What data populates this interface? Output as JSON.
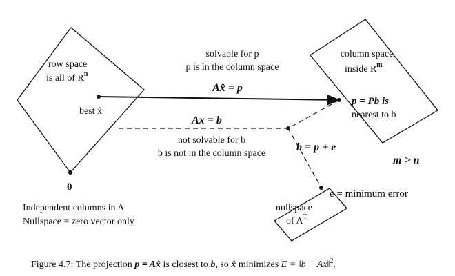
{
  "diagram": {
    "row_space": {
      "line1": "row space",
      "line2": "is all of R",
      "sup": "n",
      "best_label": "best x̂",
      "origin": "0"
    },
    "solvable": {
      "line1": "solvable for p",
      "line2": "p is in the column space"
    },
    "eq_projection": "Ax̂ = p",
    "eq_ax_b": "Ax = b",
    "not_solvable": {
      "line1": "not solvable for b",
      "line2": "b is not in the column space"
    },
    "column_space": {
      "line1": "column space",
      "line2": "inside R",
      "sup": "m"
    },
    "p_label": {
      "line1": "p = Pb is",
      "line2": "nearest to b"
    },
    "b_eq": "b = p + e",
    "m_gt_n": "m > n",
    "e_label": "e = minimum error",
    "nullspace": {
      "line1": "nullspace",
      "line2": "of A",
      "sup": "T"
    },
    "independent": {
      "line1": "Independent columns in A",
      "line2": "Nullspace = zero vector only"
    }
  },
  "caption": {
    "prefix": "Figure 4.7: The projection",
    "p_eq": "p = Ax̂",
    "mid1": "is closest to",
    "b": "b",
    "mid2": ", so",
    "xhat": "x̂",
    "mid3": "minimizes",
    "E_eq": "E = ‖b − Ax‖",
    "sup": "2",
    "end": "."
  }
}
